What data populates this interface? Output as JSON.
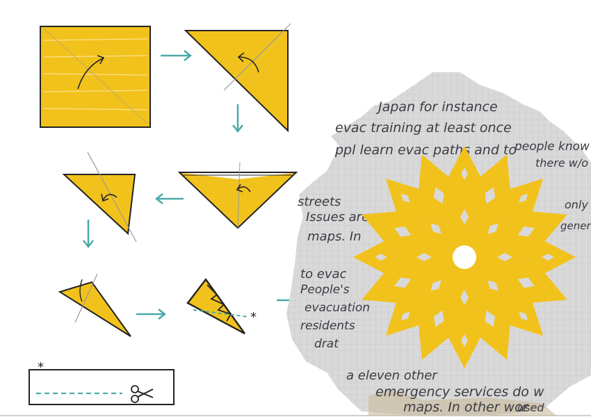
{
  "colors": {
    "paper": "#ffffff",
    "yellow": "#f2c21c",
    "ink": "#222222",
    "arrow": "#4aa9a8",
    "note_paper": "#d9d9d9",
    "note_ink": "#3b3b44",
    "grid": "#bdbdbd"
  },
  "diagram": {
    "steps": [
      {
        "id": 1,
        "shape": "square",
        "fold": "diagonal"
      },
      {
        "id": 2,
        "shape": "triangle",
        "fold": "diagonal"
      },
      {
        "id": 3,
        "shape": "triangle",
        "fold": "in-half"
      },
      {
        "id": 4,
        "shape": "triangle",
        "fold": "in-half"
      },
      {
        "id": 5,
        "shape": "narrow-wedge",
        "fold": "trim"
      },
      {
        "id": 6,
        "shape": "wedge-with-cuts",
        "fold": "cut"
      }
    ],
    "result": {
      "shape": "paper-snowflake"
    },
    "legend": {
      "star_symbol": "*",
      "items": [
        "star-mark",
        "dashed-cut-line",
        "scissors-icon"
      ]
    }
  },
  "note_lines": [
    "Japan  for instance",
    "evac training at least once",
    "ppl learn evac paths and to",
    "people know",
    "there w/o",
    "streets",
    "Issues are",
    "only",
    "maps. In",
    "general",
    "to evac",
    "People's",
    "evacuation",
    "residents",
    "drat",
    "a eleven other",
    "emergency services do w",
    "maps.  In other wor",
    "used"
  ]
}
